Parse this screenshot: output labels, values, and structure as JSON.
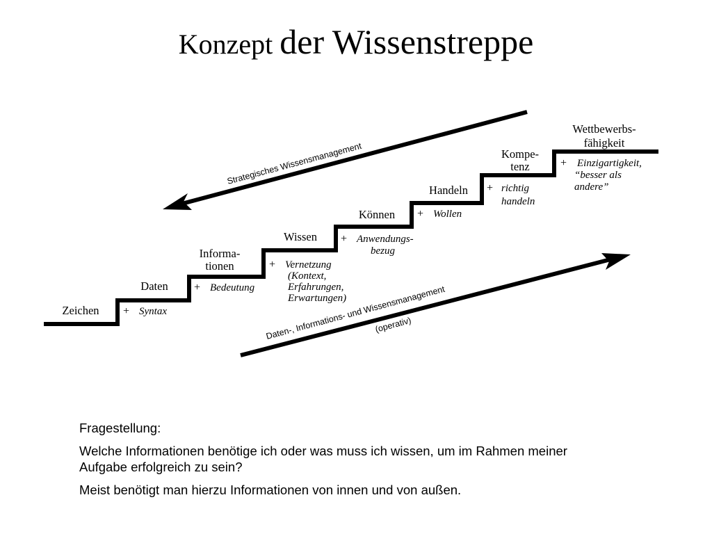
{
  "title": {
    "word1": "Konzept",
    "word2": "der Wissenstreppe"
  },
  "diagram": {
    "steps": [
      {
        "label": [
          "Zeichen"
        ],
        "addition": [
          "Syntax"
        ]
      },
      {
        "label": [
          "Daten"
        ],
        "addition": [
          "Bedeutung"
        ]
      },
      {
        "label": [
          "Informa-",
          "tionen"
        ],
        "addition": [
          "Vernetzung",
          "(Kontext,",
          "Erfahrungen,",
          "Erwartungen)"
        ]
      },
      {
        "label": [
          "Wissen"
        ],
        "addition": [
          "Anwendungs-",
          "bezug"
        ]
      },
      {
        "label": [
          "Können"
        ],
        "addition": [
          "Wollen"
        ]
      },
      {
        "label": [
          "Handeln"
        ],
        "addition": [
          "richtig",
          "handeln"
        ]
      },
      {
        "label": [
          "Kompe-",
          "tenz"
        ],
        "addition": [
          "Einzigartigkeit,",
          "“besser als",
          "andere”"
        ]
      },
      {
        "label": [
          "Wettbewerbs-",
          "fähigkeit"
        ],
        "addition": []
      }
    ],
    "plus_sign": "+",
    "arrow_top": {
      "label": "Strategisches Wissensmanagement",
      "direction": "down-left"
    },
    "arrow_bottom": {
      "label_line1": "Daten-, Informations- und Wissensmanagement",
      "label_line2": "(operativ)",
      "direction": "up-right"
    }
  },
  "question": {
    "heading": "Fragestellung:",
    "body": "Welche Informationen benötige ich oder was muss ich wissen, um im Rahmen meiner Aufgabe erfolgreich zu sein?",
    "note": "Meist benötigt man hierzu Informationen von innen und von außen."
  }
}
